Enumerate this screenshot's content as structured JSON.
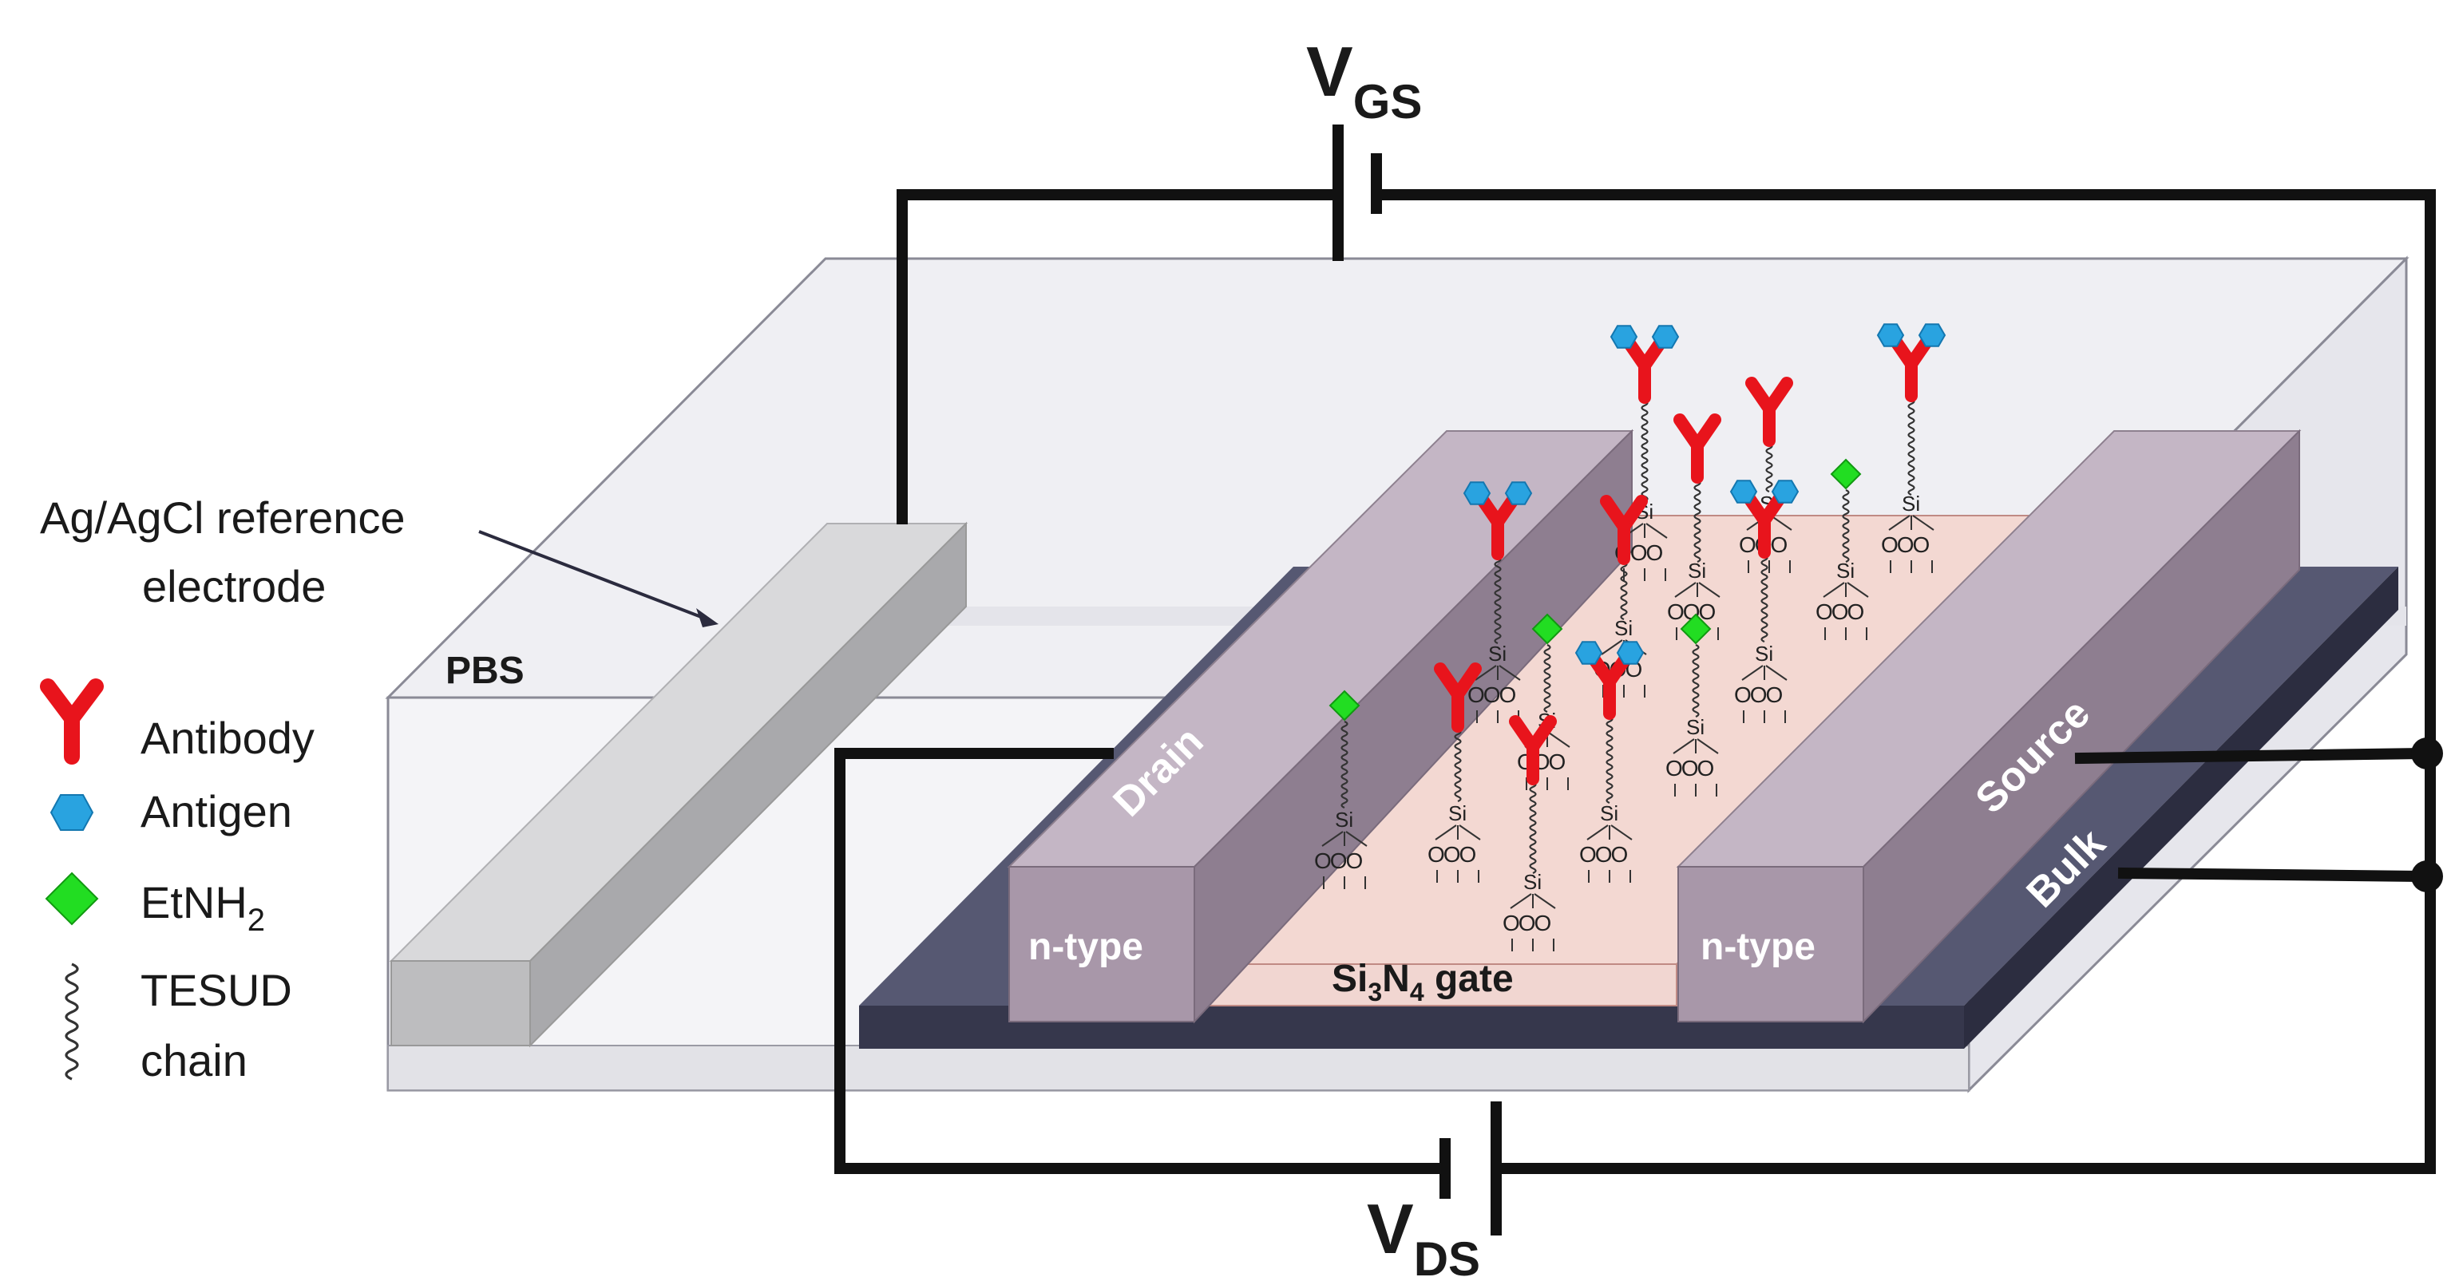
{
  "voltages": {
    "vgs_main": "V",
    "vgs_sub": "GS",
    "vds_main": "V",
    "vds_sub": "DS"
  },
  "reference_electrode": {
    "line1": "Ag/AgCl reference",
    "line2": "electrode"
  },
  "solution_label": "PBS",
  "terminals": {
    "drain": "Drain",
    "source": "Source",
    "bulk": "Bulk",
    "n_type_left": "n-type",
    "n_type_right": "n-type"
  },
  "gate": {
    "prefix": "Si",
    "sub": "3",
    "mid": "N",
    "sub2": "4",
    "suffix": " gate"
  },
  "legend": {
    "antibody": "Antibody",
    "antigen": "Antigen",
    "etnh_main": "EtNH",
    "etnh_sub": "2",
    "tesud_line1": "TESUD",
    "tesud_line2": "chain"
  },
  "molecule": {
    "si_label": "Si",
    "ooo_label": "OOO"
  },
  "colors": {
    "antibody": "#e8141c",
    "antigen": "#29a3e0",
    "etnh2": "#22dd22",
    "substrate": "#3b3c52",
    "electrode": "#a89aa8",
    "gate": "#f3d8d2",
    "tank": "#e9e9ee"
  }
}
